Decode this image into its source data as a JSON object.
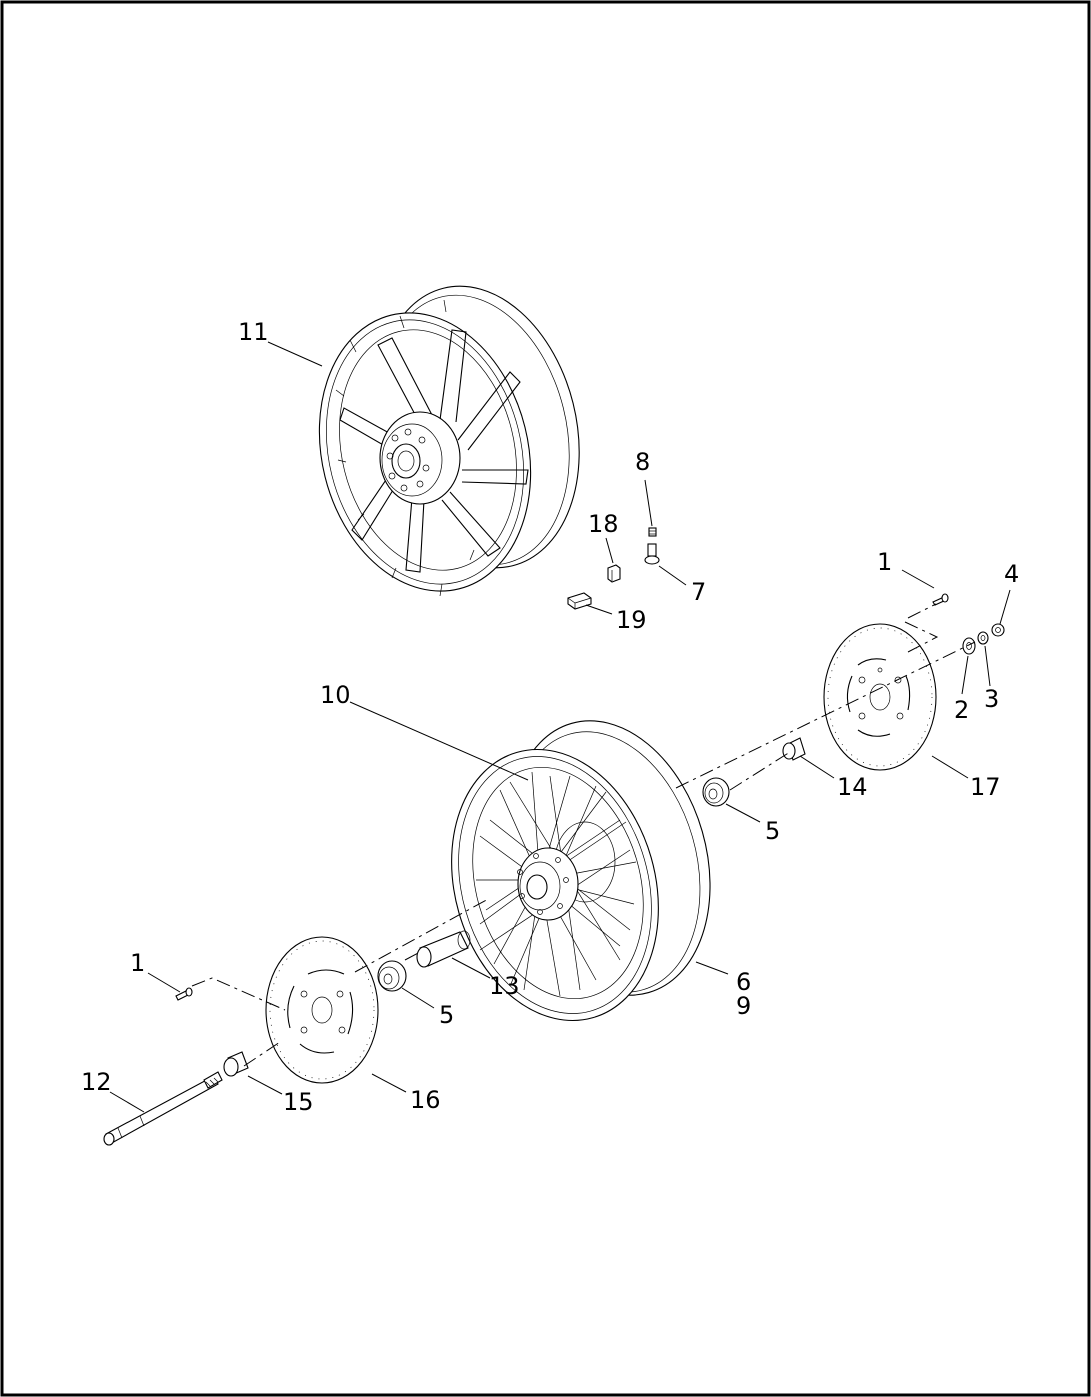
{
  "callouts": [
    {
      "id": "c11",
      "text": "11"
    },
    {
      "id": "c8",
      "text": "8"
    },
    {
      "id": "c18",
      "text": "18"
    },
    {
      "id": "c7",
      "text": "7"
    },
    {
      "id": "c19",
      "text": "19"
    },
    {
      "id": "c1a",
      "text": "1"
    },
    {
      "id": "c4",
      "text": "4"
    },
    {
      "id": "c2",
      "text": "2"
    },
    {
      "id": "c3",
      "text": "3"
    },
    {
      "id": "c17",
      "text": "17"
    },
    {
      "id": "c14",
      "text": "14"
    },
    {
      "id": "c10",
      "text": "10"
    },
    {
      "id": "c5a",
      "text": "5"
    },
    {
      "id": "c6",
      "text": "6"
    },
    {
      "id": "c9",
      "text": "9"
    },
    {
      "id": "c13",
      "text": "13"
    },
    {
      "id": "c5b",
      "text": "5"
    },
    {
      "id": "c1b",
      "text": "1"
    },
    {
      "id": "c12",
      "text": "12"
    },
    {
      "id": "c15",
      "text": "15"
    },
    {
      "id": "c16",
      "text": "16"
    }
  ]
}
